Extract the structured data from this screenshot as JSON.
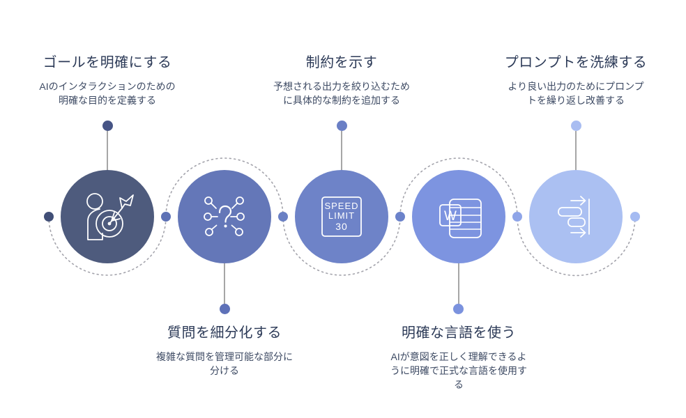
{
  "diagram": {
    "type": "process-infographic",
    "language": "ja",
    "steps": [
      {
        "title": "ゴールを明確にする",
        "desc": "AIのインタラクションのための明確な目的を定義する",
        "desc_lines": [
          "AIのインタラクションのための",
          "明確な目的を定義する"
        ],
        "icon": "person-target-icon",
        "circle_color": "#4e5b7d",
        "marker_color": "#465485",
        "label_position": "top"
      },
      {
        "title": "質問を細分化する",
        "desc": "複雑な質問を管理可能な部分に分ける",
        "desc_lines": [
          "複雑な質問を管理可能な部分に",
          "分ける"
        ],
        "icon": "question-network-icon",
        "circle_color": "#6477b8",
        "marker_color": "#5e71b8",
        "label_position": "bottom"
      },
      {
        "title": "制約を示す",
        "desc": "予想される出力を絞り込むために具体的な制約を追加する",
        "desc_lines": [
          "予想される出力を絞り込むため",
          "に具体的な制約を追加する"
        ],
        "icon": "speed-limit-sign-icon",
        "sign_lines": [
          "SPEED",
          "LIMIT",
          "30"
        ],
        "circle_color": "#6e83c8",
        "marker_color": "#6a7fc5",
        "label_position": "top"
      },
      {
        "title": "明確な言語を使う",
        "desc": "AIが意図を正しく理解できるように明確で正式な言語を使用する",
        "desc_lines": [
          "AIが意図を正しく理解できるよ",
          "うに明確で正式な言語を使用す",
          "る"
        ],
        "icon": "word-document-icon",
        "doc_letter": "W",
        "circle_color": "#7d94e0",
        "marker_color": "#7b92de",
        "label_position": "bottom"
      },
      {
        "title": "プロンプトを洗練する",
        "desc": "より良い出力のためにプロンプトを繰り返し改善する",
        "desc_lines": [
          "より良い出力のためにプロンプ",
          "トを繰り返し改善する"
        ],
        "icon": "align-bars-icon",
        "circle_color": "#abc0f2",
        "marker_color": "#a9bdf1",
        "label_position": "top"
      }
    ],
    "path_dots": [
      "#414f77",
      "#5d71b5",
      "#6a80c4",
      "#6b82ca",
      "#8fa5e8",
      "#a5bbf2"
    ],
    "colors": {
      "title_text": "#2c3a57",
      "desc_text": "#3d4a63",
      "stem_line": "#a6a6a6",
      "dotted_path": "#a3a3ab",
      "background": "#ffffff",
      "icon_stroke": "#ffffff"
    }
  }
}
